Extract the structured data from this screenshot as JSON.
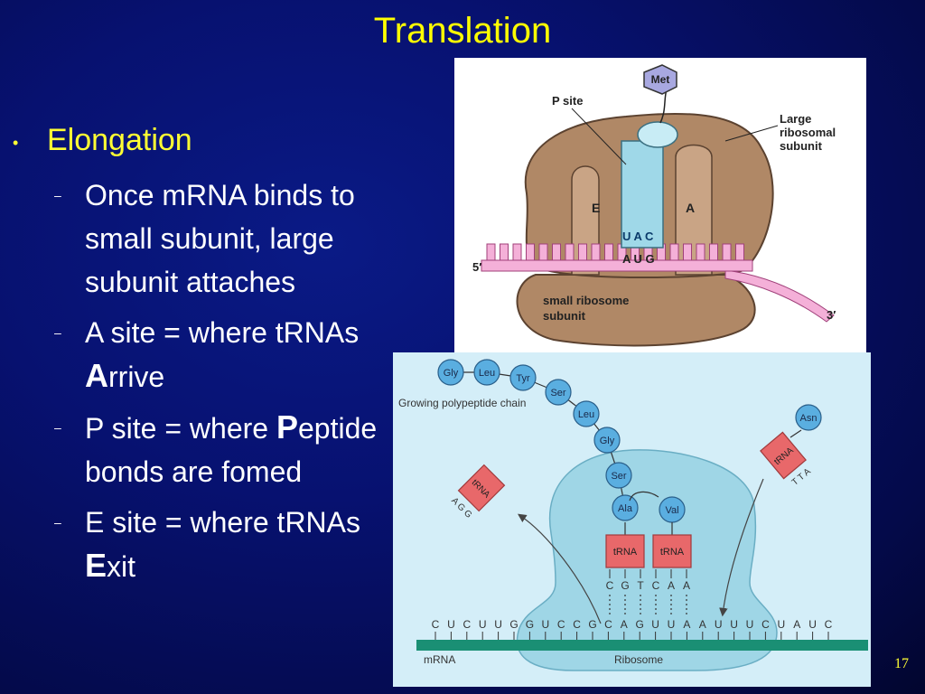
{
  "slide": {
    "title": "Translation",
    "page_number": "17",
    "bullet": "Elongation",
    "subbullets": [
      {
        "pre": "Once mRNA binds to small subunit, large subunit attaches",
        "big": "",
        "post": ""
      },
      {
        "pre": "A site = where tRNAs ",
        "big": "A",
        "post": "rrive"
      },
      {
        "pre": "P site = where ",
        "big": "P",
        "post": "eptide bonds are fomed"
      },
      {
        "pre": "E site = where tRNAs ",
        "big": "E",
        "post": "xit"
      }
    ]
  },
  "diagram1": {
    "met": "Met",
    "p_site": "P site",
    "large_subunit": [
      "Large",
      "ribosomal",
      "subunit"
    ],
    "e_label": "E",
    "a_label": "A",
    "anticodon": "U A C",
    "codon": "A U G",
    "five_prime": "5′",
    "three_prime": "3′",
    "small_subunit": [
      "small ribosome",
      "subunit"
    ],
    "colors": {
      "ribosome": "#b08866",
      "trna": "#9fd8e8",
      "mrna": "#f4b0d8"
    }
  },
  "diagram2": {
    "chain": [
      "Gly",
      "Leu",
      "Tyr",
      "Ser",
      "Leu",
      "Gly",
      "Ser",
      "Ala"
    ],
    "val": "Val",
    "asn": "Asn",
    "chain_label": "Growing polypeptide chain",
    "trna_label": "tRNA",
    "left_trna_anticodon": "A G G",
    "right_trna_anticodon": "T T A",
    "anticodons": [
      "C",
      "G",
      "T",
      "C",
      "A",
      "A"
    ],
    "mrna_sequence": [
      "C",
      "U",
      "C",
      "U",
      "U",
      "G",
      "G",
      "U",
      "C",
      "C",
      "G",
      "C",
      "A",
      "G",
      "U",
      "U",
      "A",
      "A",
      "U",
      "U",
      "U",
      "C",
      "U",
      "A",
      "U",
      "C"
    ],
    "mrna_label": "mRNA",
    "ribosome_label": "Ribosome",
    "colors": {
      "amino_acid": "#5aaee0",
      "trna": "#e8686a",
      "ribosome": "#9fd6e6",
      "mrna": "#1a8f74"
    }
  }
}
